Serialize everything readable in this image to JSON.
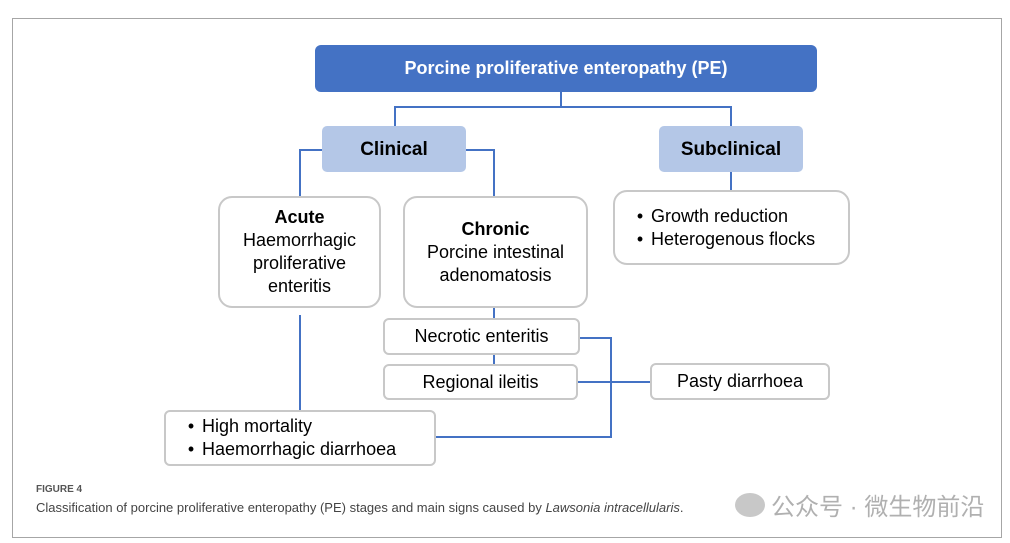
{
  "root": "Porcine proliferative enteropathy (PE)",
  "clinical": "Clinical",
  "subclinical": "Subclinical",
  "acute": {
    "title": "Acute",
    "lines": [
      "Haemorrhagic",
      "proliferative",
      "enteritis"
    ]
  },
  "chronic": {
    "title": "Chronic",
    "lines": [
      "Porcine intestinal",
      "adenomatosis"
    ]
  },
  "subclinical_signs": [
    "Growth reduction",
    "Heterogenous flocks"
  ],
  "necrotic": "Necrotic enteritis",
  "regional": "Regional ileitis",
  "pasty": "Pasty diarrhoea",
  "acute_signs": [
    "High mortality",
    "Haemorrhagic diarrhoea"
  ],
  "caption": {
    "label": "FIGURE 4",
    "text": "Classification of porcine proliferative enteropathy (PE) stages and main signs caused by ",
    "italic": "Lawsonia intracellularis",
    "end": "."
  },
  "watermark": "公众号 · 微生物前沿",
  "colors": {
    "primary": "#4472c4",
    "category": "#b4c7e7"
  }
}
